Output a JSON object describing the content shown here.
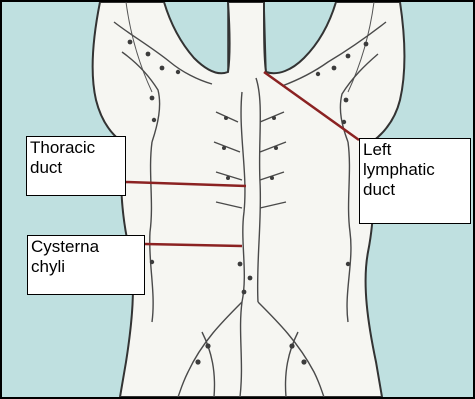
{
  "diagram": {
    "labels": {
      "thoracic_duct": [
        "Thoracic",
        "duct"
      ],
      "left_lymphatic_duct": [
        "Left",
        "lymphatic",
        "duct"
      ],
      "cysterna_chyli": [
        "Cysterna",
        "chyli"
      ]
    },
    "colors": {
      "background": "#bfe0e0",
      "body": "#f6f6f2",
      "outline": "#333333",
      "vessel": "#4a4a4a",
      "leader_line": "#8b2222"
    }
  }
}
